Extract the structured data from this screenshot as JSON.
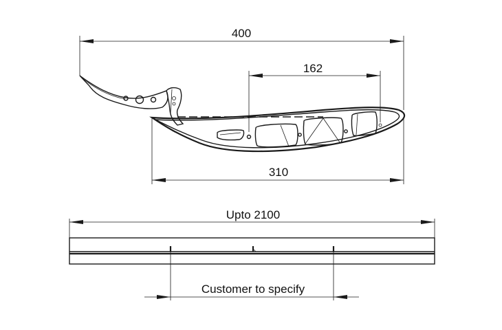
{
  "dimensions": {
    "overall_length": "400",
    "flap_span": "162",
    "chord_length": "310",
    "extrusion_length": "Upto 2100",
    "bracket_spacing": "Customer to specify"
  }
}
